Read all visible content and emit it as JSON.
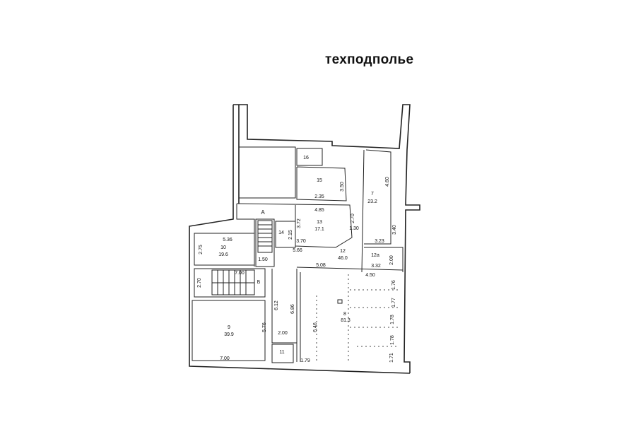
{
  "title": "техподполье",
  "rooms": [
    {
      "id": "16"
    },
    {
      "id": "15"
    },
    {
      "id": "7",
      "area": "23.2"
    },
    {
      "id": "А"
    },
    {
      "id": "13",
      "area": "17.1"
    },
    {
      "id": "14"
    },
    {
      "id": "10",
      "area": "19.6"
    },
    {
      "id": "12",
      "area": "46.0"
    },
    {
      "id": "12а"
    },
    {
      "id": "Б"
    },
    {
      "id": "8",
      "area": "81.3"
    },
    {
      "id": "9",
      "area": "39.9"
    },
    {
      "id": "11"
    }
  ],
  "dimensions": [
    "3.50",
    "2.35",
    "4.60",
    "4.85",
    "2.70",
    "3.72",
    "1.30",
    "2.15",
    "3.70",
    "5.66",
    "3.40",
    "3.23",
    "5.36",
    "2.75",
    "1.50",
    "2.00",
    "5.08",
    "3.32",
    "7.00",
    "2.70",
    "4.50",
    "1.76",
    "1.77",
    "1.78",
    "1.78",
    "1.71",
    "6.12",
    "6.86",
    "6.46",
    "5.76",
    "2.00",
    "7.00",
    "1.79"
  ]
}
